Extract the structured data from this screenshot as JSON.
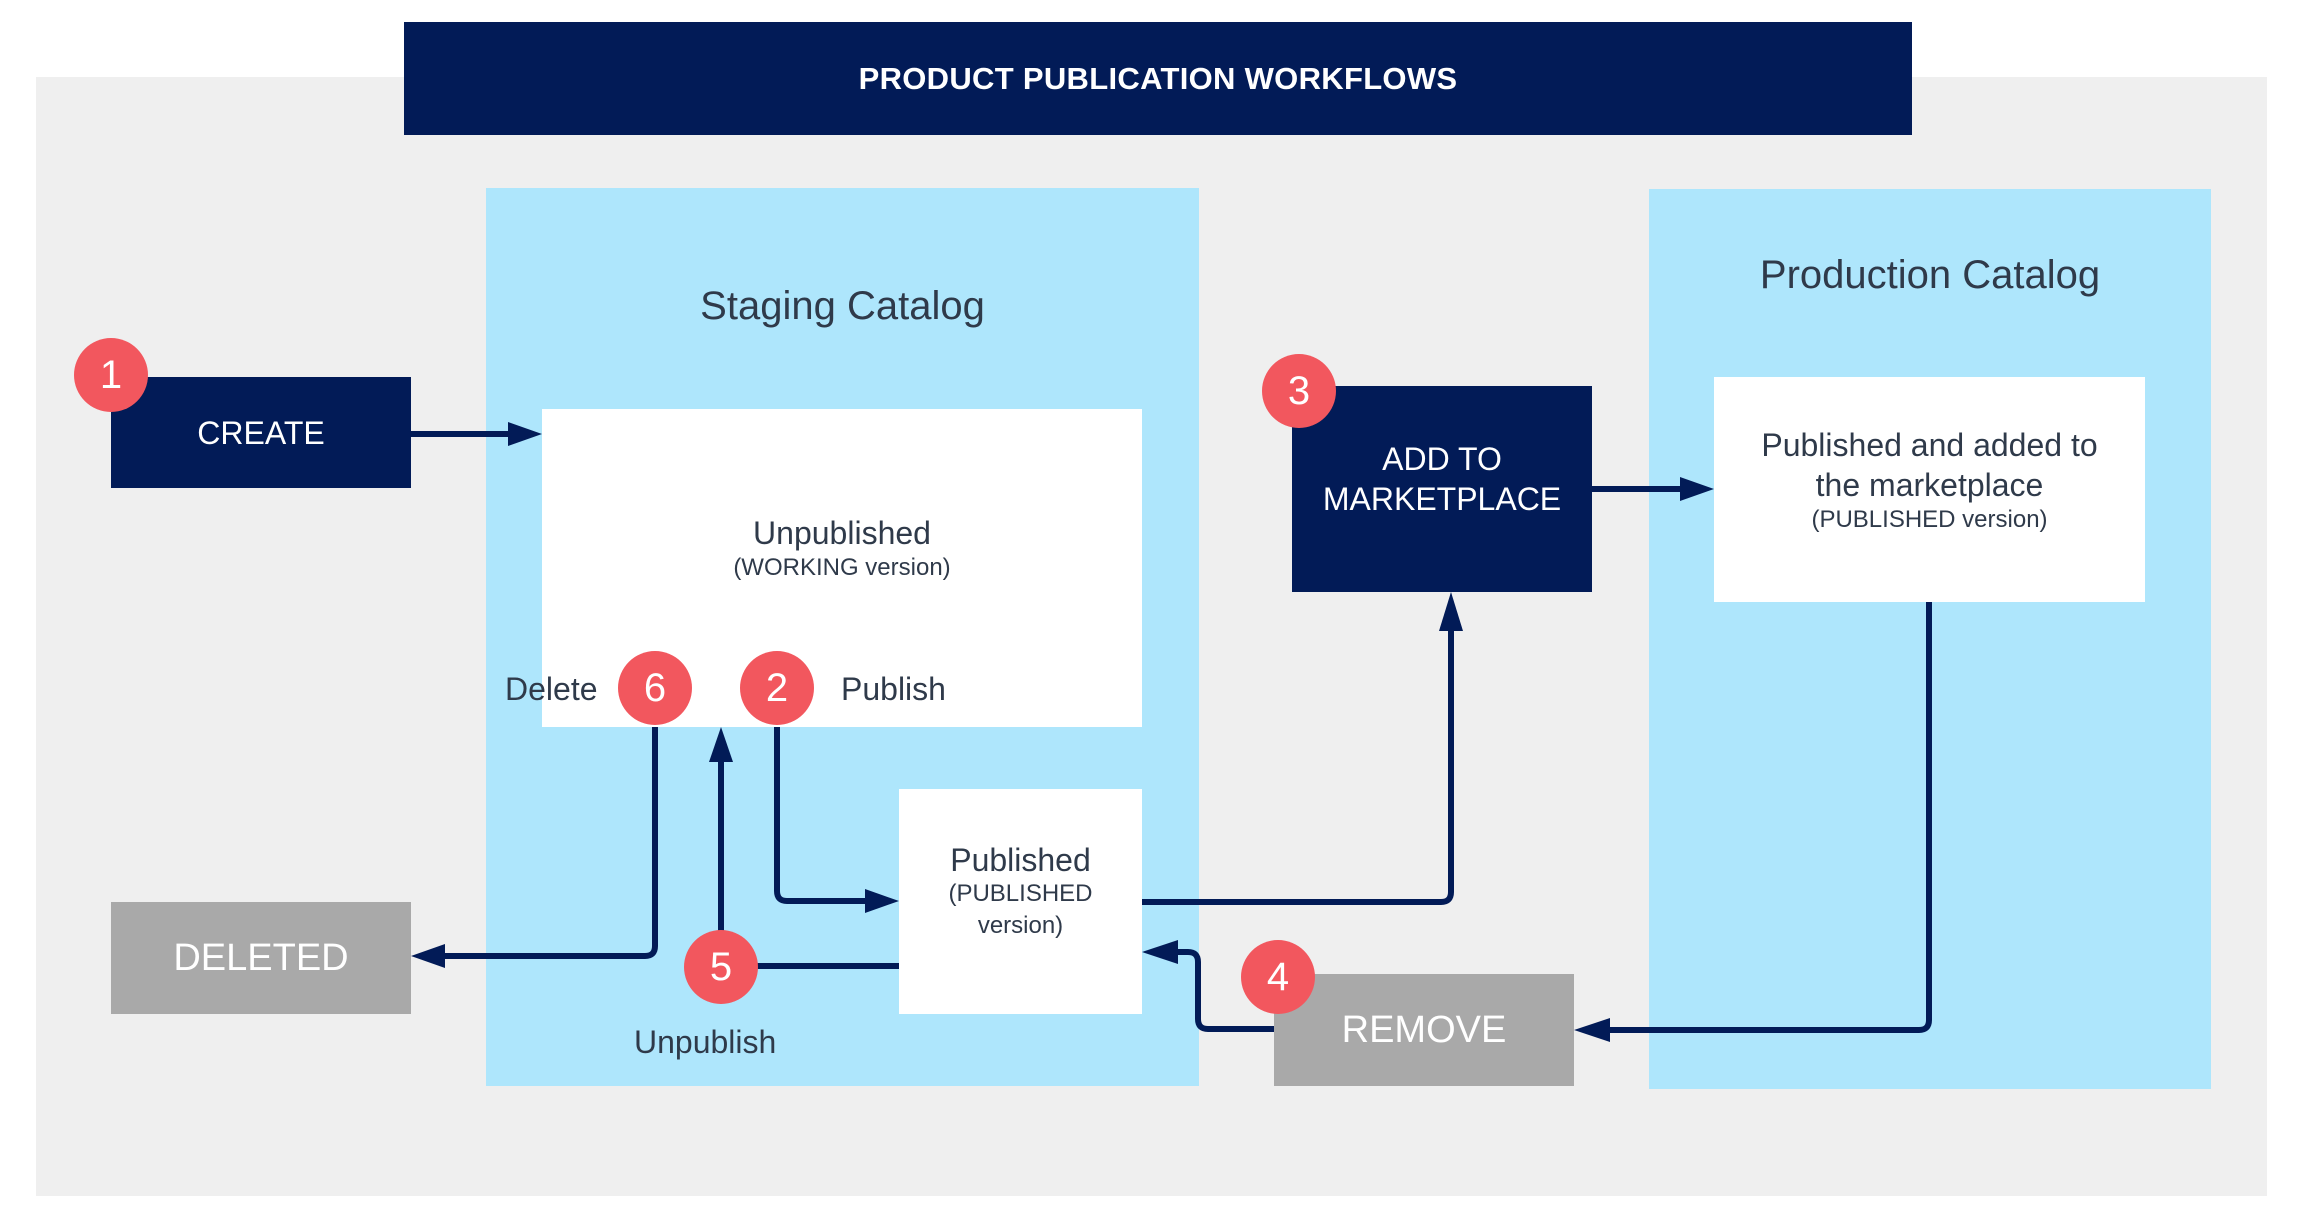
{
  "title": "PRODUCT PUBLICATION WORKFLOWS",
  "colors": {
    "navy": "#021b57",
    "badge": "#f2575e",
    "panel": "#aee6fc",
    "background": "#efefef",
    "inactive": "#a9a9a9",
    "text": "#2f3a4a"
  },
  "staging_catalog": {
    "title": "Staging Catalog",
    "unpublished": {
      "label": "Unpublished",
      "sublabel": "(WORKING version)"
    },
    "published": {
      "label": "Published",
      "sublabel_line1": "(PUBLISHED",
      "sublabel_line2": "version)"
    }
  },
  "production_catalog": {
    "title": "Production Catalog",
    "published": {
      "label_line1": "Published and added to",
      "label_line2": "the marketplace",
      "sublabel": "(PUBLISHED version)"
    }
  },
  "actions": {
    "create": "CREATE",
    "deleted": "DELETED",
    "add_to_marketplace_line1": "ADD TO",
    "add_to_marketplace_line2": "MARKETPLACE",
    "remove": "REMOVE"
  },
  "steps": [
    {
      "number": "1",
      "label": ""
    },
    {
      "number": "2",
      "label": "Publish"
    },
    {
      "number": "3",
      "label": ""
    },
    {
      "number": "4",
      "label": ""
    },
    {
      "number": "5",
      "label": "Unpublish"
    },
    {
      "number": "6",
      "label": "Delete"
    }
  ]
}
